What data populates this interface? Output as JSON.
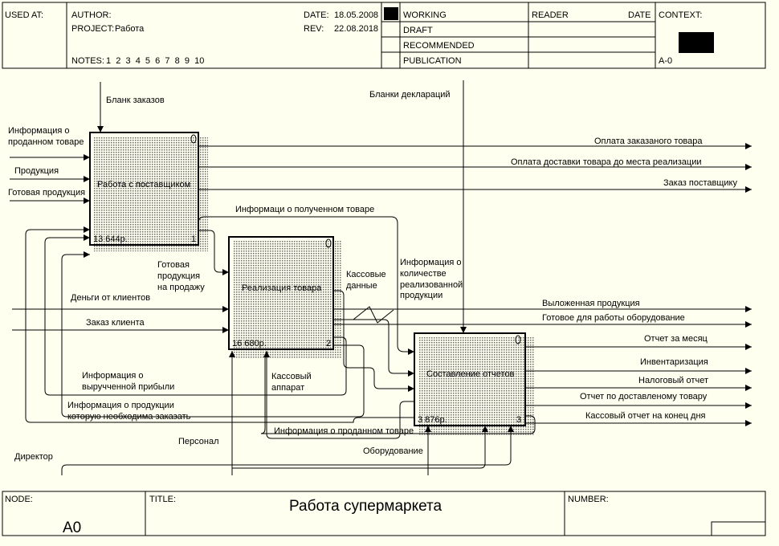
{
  "colors": {
    "background": "#fffff0",
    "line": "#000000",
    "shadow": "#7a7a7a",
    "marker": "#000000"
  },
  "header": {
    "used_at": "USED AT:",
    "author_label": "AUTHOR:",
    "project_label": "PROJECT:",
    "project_value": "Работа",
    "notes_label": "NOTES:",
    "notes_values": "1  2  3  4  5  6  7  8  9  10",
    "date_label": "DATE:",
    "date_value": "18.05.2008",
    "rev_label": "REV:",
    "rev_value": "22.08.2018",
    "status": [
      "WORKING",
      "DRAFT",
      "RECOMMENDED",
      "PUBLICATION"
    ],
    "reader_label": "READER",
    "reader_date_label": "DATE",
    "context_label": "CONTEXT:",
    "context_node": "A-0"
  },
  "diagram": {
    "boxes": [
      {
        "id": "box-1",
        "title": "Работа с поставщиком",
        "cost": "13 644р.",
        "number": "1"
      },
      {
        "id": "box-2",
        "title": "Реализация товара",
        "cost": "16 680р.",
        "number": "2"
      },
      {
        "id": "box-3",
        "title": "Составление отчетов",
        "cost": "3 876р.",
        "number": "3"
      }
    ],
    "labels": {
      "blank_orders": "Бланк заказов",
      "blank_declarations": "Бланки деклараций",
      "info_sold_1": "Информация о",
      "info_sold_2": "проданном товаре",
      "products": "Продукция",
      "ready_products": "Готовая продукция",
      "pay_ordered": "Оплата заказаного товара",
      "pay_delivery": "Оплата доставки товара до места реализации",
      "order_supplier": "Заказ поставщику",
      "info_received": "Информаци о полученном товаре",
      "ready_for_sale_1": "Готовая",
      "ready_for_sale_2": "продукция",
      "ready_for_sale_3": "на продажу",
      "cash_data_1": "Кассовые",
      "cash_data_2": "данные",
      "info_qty_1": "Информация о",
      "info_qty_2": "количестве",
      "info_qty_3": "реализованной",
      "info_qty_4": "продукции",
      "money_clients": "Деньги от клиентов",
      "order_client": "Заказ клиента",
      "displayed_products": "Выложенная продукция",
      "ready_equipment": "Готовое для работы оборудование",
      "month_report": "Отчет за месяц",
      "inventory": "Инвентаризация",
      "tax_report": "Налоговый отчет",
      "delivered_report": "Отчет по доставленому товару",
      "cash_report": "Кассовый отчет на конец дня",
      "info_profit_1": "Информация о",
      "info_profit_2": "выручченной прибыли",
      "cash_apparatus_1": "Кассовый",
      "cash_apparatus_2": "аппарат",
      "info_to_order_1": "Информация о продукции",
      "info_to_order_2": "которую необходима заказать",
      "info_sold_goods": "Информация о проданном товаре",
      "staff": "Персонал",
      "director": "Директор",
      "equipment": "Оборудование"
    }
  },
  "footer": {
    "node_label": "NODE:",
    "node_value": "A0",
    "title_label": "TITLE:",
    "title_value": "Работа супермаркета",
    "number_label": "NUMBER:"
  }
}
